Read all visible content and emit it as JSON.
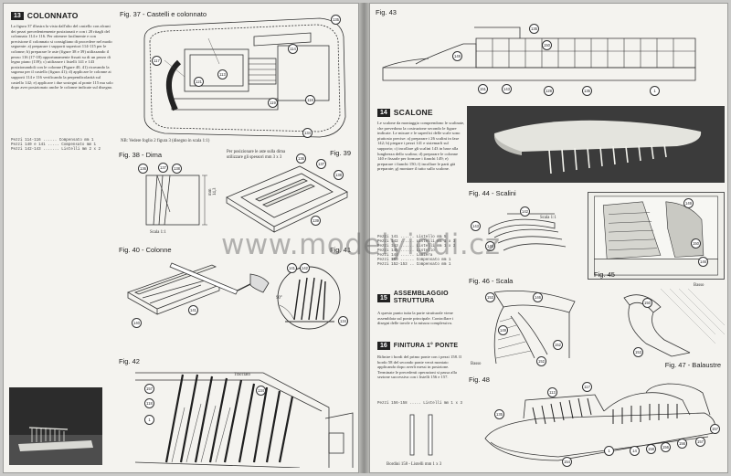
{
  "left": {
    "section13": {
      "num": "13",
      "title": "COLONNATO",
      "body": "La figura 37 illustra la vista dall'alto del castello con alcuni dei pezzi precedentemente posizionati e con i 20 ritagli del colonnato 114 e 116. Per ottenere facilmente e con precisione il colonnato si consigliano di procedere nel modo seguente: a) preparare i supporti superiori 114-115 per le colonne; b) preparare le aste (figure 38 e 39) utilizzando il pezzo 116 (17-18) opportunamente fissati su di un pezzo di legno piano (139); c) utilizzare i listelli 141 e 143 posizionandoli con le colonne (Figure 40, 41) ricavando la sagoma per il castello (figura 41); d) applicare le colonne ai supporti 114 e 116 verificando la perpendicolarità sul castello 142; e) applicare i due sostegni al ponte 115 ma solo dopo aver posizionato anche le colonne indicate sul disegno."
    },
    "parts_list": [
      "Pezzi 114-116 ...... Compensato mm 1",
      "Pezzi 140 e 141 ..... Compensato mm 1",
      "Pezzi 142-143 ....... Listelli mm 2 x 2"
    ],
    "fig37": {
      "caption": "Fig. 37 - Castelli e colonnato",
      "note": "NB: Vedere foglio 2 figura 3 (disegno in scala 1:1)",
      "callouts": [
        "135",
        "117",
        "114",
        "113",
        "121",
        "119",
        "118",
        "134"
      ]
    },
    "fig38": {
      "caption": "Fig. 38 - Dima",
      "scale": "Scala 1:1",
      "height_label": "mm 14,3",
      "callouts": [
        "136",
        "137",
        "138"
      ]
    },
    "fig39": {
      "caption": "Fig. 39",
      "callouts": [
        "136",
        "137",
        "138",
        "139"
      ],
      "note": "Per posizionare le aste sulla dima utilizzare gli spessori mm 3 x 3"
    },
    "fig40": {
      "caption": "Fig. 40 - Colonne",
      "callouts": [
        "140",
        "141"
      ]
    },
    "fig41": {
      "caption": "Fig. 41",
      "angle": "90°",
      "callouts": [
        "141",
        "142",
        "134"
      ]
    },
    "fig42": {
      "caption": "Fig. 42",
      "callouts": [
        "157",
        "118",
        "134",
        "1"
      ],
      "note": "Tracciato"
    }
  },
  "right": {
    "fig43": {
      "caption": "Fig. 43",
      "callouts": [
        "135",
        "149",
        "150",
        "151",
        "143",
        "128",
        "135",
        "1"
      ]
    },
    "section14": {
      "num": "14",
      "title": "SCALONE",
      "body": "Le scalone da montaggio comprendono le scalinate, che prevedono la costruzione secondo le figure indicate. Le misure e le superfici delle scale sono piuttosto precise: a) preparare i 26 scalini in fase 142; b) piegare i pezzi 141 e sistemarli sul supporto; c) incollare gli scalini 143 in base alla lunghezza dello scalino; d) preparare le colonne 140 e fissarle per formare i fianchi 149; e) preparare i fianchi 150; f) incollare le parti già preparate; g) montare il tutto sullo scalone."
    },
    "parts_list_14": [
      "Pezzi 141 ...... Listello mm 5",
      "Pezzi 142 ...... Listelli mm 1 x 3",
      "Pezzi 143 ...... Listelli mm 1 x 2",
      "Pezzi 145 ...... Listello",
      "Pezzi 146 ...... Lamiera",
      "Pezzi 150 ...... Compensato mm 1",
      "Pezzi 152-153 .. Compensato mm 1"
    ],
    "section15": {
      "num": "15",
      "title": "ASSEMBLAGGIO STRUTTURA",
      "body": "A questo punto tutta la parte strutturale viene assemblata sul ponte principale. Controllare i disegni delle tavole e la misura complessiva."
    },
    "section16": {
      "num": "16",
      "title": "FINITURA 1° PONTE",
      "body": "Rifinire i bordi del primo ponte con i pezzi 158. Il bordo 58 del secondo ponte verrà montato applicando dopo averli messi in posizione. Terminate le precedenti operazioni si passa alla sezione successiva con i listelli 156 e 157."
    },
    "parts_list_16": [
      "Pezzi 156-158 ..... Listelli mm 1 x 3"
    ],
    "scale_note": "Bordini 158 - Listelli mm 1 x 3",
    "fig44": {
      "caption": "Fig. 44 - Scalini",
      "scale": "Scala 1:1",
      "callouts": [
        "142",
        "143",
        "145"
      ]
    },
    "fig45": {
      "caption": "Fig. 45",
      "callouts": [
        "149",
        "150",
        "146"
      ]
    },
    "fig46": {
      "caption": "Fig. 46 - Scala",
      "callouts": [
        "153",
        "146",
        "152",
        "152",
        "149"
      ],
      "note": "Basso"
    },
    "fig47": {
      "caption": "Fig. 47 - Balaustre",
      "callouts": [
        "150",
        "153"
      ],
      "note": "Basso"
    },
    "fig48": {
      "caption": "Fig. 48",
      "callouts": [
        "113",
        "117",
        "135",
        "154",
        "1",
        "14",
        "158",
        "156",
        "156",
        "157",
        "157"
      ]
    }
  },
  "watermark": "www.modelyiodi.cz"
}
